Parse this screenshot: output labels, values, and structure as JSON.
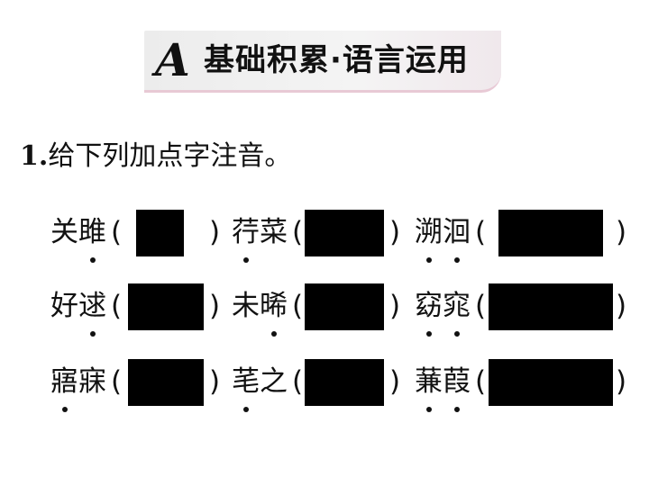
{
  "section": {
    "letter": "A",
    "title": "基础积累·语言运用"
  },
  "question": {
    "number": "1.",
    "prompt": "给下列加点字注音。"
  },
  "items": [
    {
      "chars": [
        "关",
        "雎"
      ],
      "dotted": [
        false,
        true
      ]
    },
    {
      "chars": [
        "荇",
        "菜"
      ],
      "dotted": [
        true,
        false
      ]
    },
    {
      "chars": [
        "溯",
        "洄"
      ],
      "dotted": [
        true,
        true
      ]
    },
    {
      "chars": [
        "好",
        "逑"
      ],
      "dotted": [
        false,
        true
      ]
    },
    {
      "chars": [
        "未",
        "晞"
      ],
      "dotted": [
        false,
        true
      ]
    },
    {
      "chars": [
        "窈",
        "窕"
      ],
      "dotted": [
        true,
        true
      ]
    },
    {
      "chars": [
        "寤",
        "寐"
      ],
      "dotted": [
        true,
        false
      ]
    },
    {
      "chars": [
        "芼",
        "之"
      ],
      "dotted": [
        true,
        false
      ]
    },
    {
      "chars": [
        "蒹",
        "葭"
      ],
      "dotted": [
        true,
        true
      ]
    }
  ],
  "paren_open": "(",
  "paren_close": ")"
}
